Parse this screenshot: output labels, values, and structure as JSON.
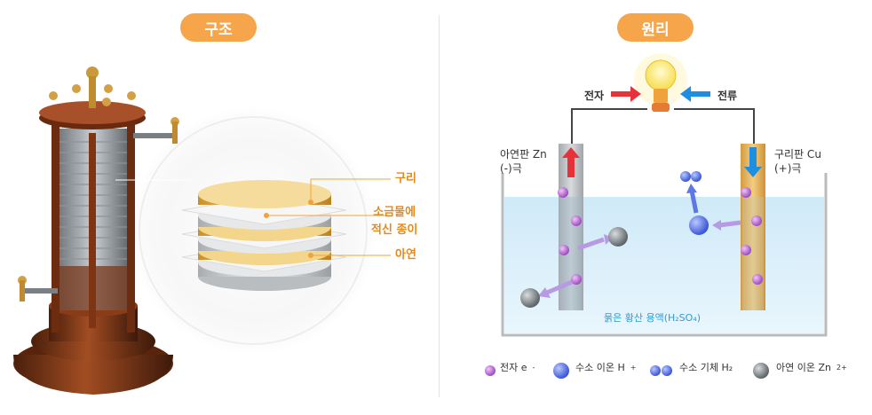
{
  "left": {
    "title": "구조",
    "labels": {
      "copper": "구리",
      "paper_line1": "소금물에",
      "paper_line2": "적신 종이",
      "zinc": "아연"
    }
  },
  "right": {
    "title": "원리",
    "electron_label": "전자",
    "current_label": "전류",
    "zinc_plate": {
      "line1": "아연판 Zn",
      "line2": "(-)극"
    },
    "copper_plate": {
      "line1": "구리판 Cu",
      "line2": "(+)극"
    },
    "solution": "묽은 황산 용액(H₂SO₄)"
  },
  "legend": [
    {
      "text": "전자 e",
      "sup": "-",
      "color": "#c77bd6"
    },
    {
      "text": "수소 이온 H",
      "sup": "+",
      "color": "#5d77e6"
    },
    {
      "text": "수소 기체 H₂",
      "sup": "",
      "color": "#5d77e6"
    },
    {
      "text": "아연 이온 Zn",
      "sup": "2+",
      "color": "#8a9294"
    }
  ],
  "colors": {
    "accent": "#f6a54a",
    "electron_arrow": "#e8323a",
    "current_arrow": "#1e8fe0"
  }
}
